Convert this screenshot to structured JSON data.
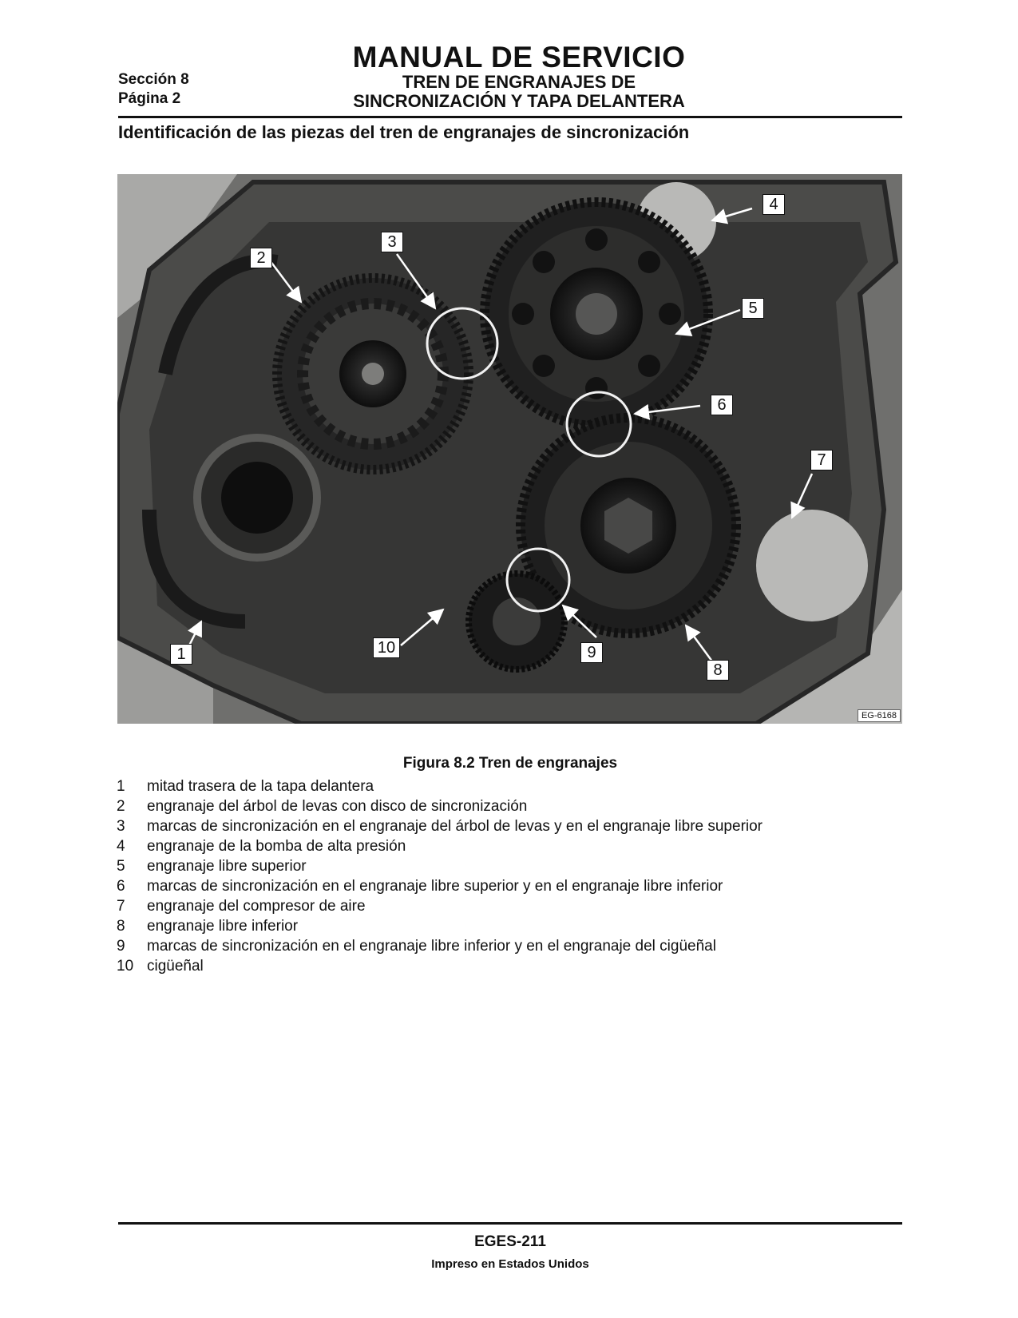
{
  "header": {
    "section": "Sección 8",
    "page": "Página 2",
    "manual_title": "MANUAL DE SERVICIO",
    "subtitle_line1": "TREN DE ENGRANAJES DE",
    "subtitle_line2": "SINCRONIZACIÓN Y TAPA DELANTERA"
  },
  "section_heading": "Identificación de las piezas del tren de engranajes de sincronización",
  "figure": {
    "callouts": [
      "1",
      "2",
      "3",
      "4",
      "5",
      "6",
      "7",
      "8",
      "9",
      "10"
    ],
    "image_code": "EG-6168",
    "caption": "Figura 8.2 Tren de engranajes"
  },
  "legend": [
    {
      "num": "1",
      "text": "mitad trasera de la tapa delantera"
    },
    {
      "num": "2",
      "text": "engranaje del árbol de levas con disco de sincronización"
    },
    {
      "num": "3",
      "text": "marcas de sincronización en el engranaje del árbol de levas y en el engranaje libre superior"
    },
    {
      "num": "4",
      "text": "engranaje de la bomba de alta presión"
    },
    {
      "num": "5",
      "text": "engranaje libre superior"
    },
    {
      "num": "6",
      "text": "marcas de sincronización en el engranaje libre superior y en el engranaje libre inferior"
    },
    {
      "num": "7",
      "text": "engranaje del compresor de aire"
    },
    {
      "num": "8",
      "text": "engranaje libre inferior"
    },
    {
      "num": "9",
      "text": "marcas de sincronización en el engranaje libre inferior y en el engranaje del cigüeñal"
    },
    {
      "num": "10",
      "text": "cigüeñal"
    }
  ],
  "footer": {
    "code": "EGES-211",
    "note": "Impreso en Estados Unidos"
  }
}
